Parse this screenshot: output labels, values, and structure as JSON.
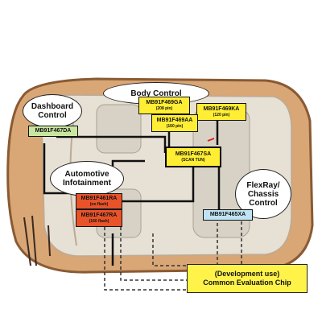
{
  "labels": {
    "body_control": "Body Control",
    "dashboard_control": "Dashboard Control",
    "automotive_infotainment": "Automotive Infotainment",
    "flexray_chassis_control": "FlexRay/ Chassis Control"
  },
  "chips": {
    "c1": {
      "name": "MB91F469GA",
      "sub": "(208 pin)"
    },
    "c2": {
      "name": "MB91F469KA",
      "sub": "(120 pin)"
    },
    "c3": {
      "name": "MB91F469AA",
      "sub": "(160 pin)"
    },
    "c4": {
      "name": "MB91F467DA",
      "sub": ""
    },
    "c5": {
      "name": "MB91F467SA",
      "sub": "(SCAN TUN)"
    },
    "c6": {
      "name": "MB91F461RA",
      "sub": "(no flash)"
    },
    "c7": {
      "name": "MB91F467RA",
      "sub": "(160 flash)"
    },
    "c8": {
      "name": "MB91F465XA",
      "sub": ""
    }
  },
  "dev_box": {
    "line1": "(Development use)",
    "line2": "Common Evaluation Chip"
  },
  "colors": {
    "car_body": "#d9a676",
    "car_outline": "#8a5a33",
    "chip_yellow": "#ffee33",
    "chip_green": "#c9e6a0",
    "chip_red": "#e8532a",
    "chip_blue": "#bfe3f2"
  }
}
